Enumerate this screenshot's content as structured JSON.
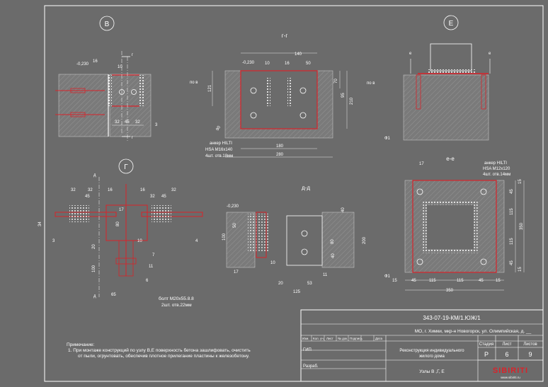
{
  "views": {
    "B": "В",
    "E": "Е",
    "G": "Г",
    "GG": "г-г",
    "EE": "е-е",
    "DD": "д-д"
  },
  "labels": {
    "lev": "-0,230",
    "g": "г",
    "d": "д",
    "e": "е",
    "po_v": "по в",
    "f1": "Ф1",
    "n16": "16",
    "n10": "10",
    "n3": "3",
    "n17": "17",
    "n4": "4",
    "n7": "7",
    "n11": "11",
    "n6": "6",
    "n20": "20",
    "n100": "100",
    "n65": "65",
    "n32": "32",
    "n45": "45",
    "n34": "34",
    "n80": "80",
    "n50": "50",
    "n140": "140",
    "n70": "70",
    "n95": "95",
    "n210": "210",
    "n121": "121",
    "n90": "90",
    "n180": "180",
    "n280": "280",
    "n15": "15",
    "n115": "115",
    "n350": "350",
    "n40": "40",
    "n200": "200",
    "n53": "53",
    "n125": "125"
  },
  "anchor_gg": [
    "анкер HILTI",
    "HSA M16х140",
    "4шт. отв.18мм"
  ],
  "anchor_ee": [
    "анкер HILTI",
    "HSA M12х120",
    "4шт. отв.14мм"
  ],
  "bolt_g": [
    "болт М20х55.8.8",
    "2шт. отв.22мм"
  ],
  "title_block": {
    "code": "343-07-19-КМ/1.ЮЖ/1",
    "address": "МО, г. Химки, мкр-н Новогорск, ул. Олимпийская, д. __",
    "cols": [
      "Изм.",
      "Кол. уч.",
      "Лист",
      "№ док.",
      "Подпись",
      "Дата"
    ],
    "gip": "ГИП",
    "razrab": "Разраб.",
    "project": [
      "Реконструкция индивидуального",
      "жилого дома"
    ],
    "sheet_title": "Узлы В ,Г, Е",
    "stage_h": "Стадия",
    "list_h": "Лист",
    "lists_h": "Листов",
    "stage": "Р",
    "list": "6",
    "lists": "9",
    "logo": "SIBIRITI",
    "site": "www.sibiriti.ru"
  },
  "note": {
    "head": "Примечание:",
    "line1": "1.    При монтаже конструкций по узлу В,Е поверхность бетона зашлифовать, очистить",
    "line2": "от пыли, огрунтовать, обеспечив плотное прилегание пластины к железобетону."
  }
}
